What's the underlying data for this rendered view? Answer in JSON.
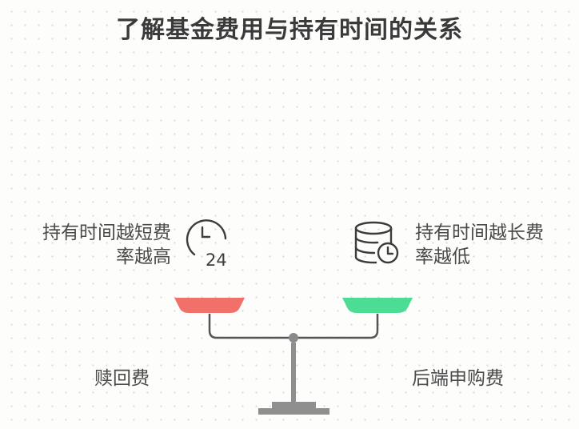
{
  "title": "了解基金费用与持有时间的关系",
  "left": {
    "description": "持有时间越短费\n率越高",
    "icon": "clock-24-icon",
    "fee_label": "赎回费",
    "pan_color": "#f2706a"
  },
  "right": {
    "description": "持有时间越长费\n率越低",
    "icon": "database-clock-icon",
    "fee_label": "后端申购费",
    "pan_color": "#4cdc94"
  },
  "icon_badge": "24"
}
